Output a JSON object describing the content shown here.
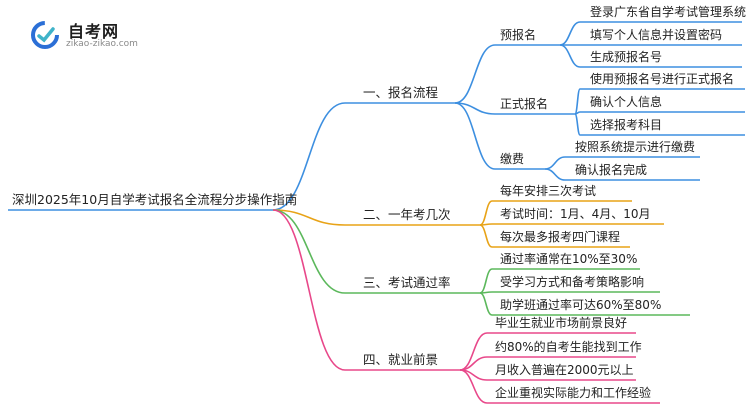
{
  "logo": {
    "title": "自考网",
    "subtitle": "zikao-zikao.com"
  },
  "root": "深圳2025年10月自学考试报名全流程分步操作指南",
  "colors": {
    "blue": "#3d8fe0",
    "orange": "#e8a317",
    "green": "#5cb85c",
    "pink": "#e8488a",
    "logo_blue": "#2b6fd6",
    "logo_teal": "#3fb3c9"
  },
  "branches": [
    {
      "label": "一、报名流程",
      "color": "blue",
      "children": [
        {
          "label": "预报名",
          "children": [
            "登录广东省自学考试管理系统",
            "填写个人信息并设置密码",
            "生成预报名号"
          ]
        },
        {
          "label": "正式报名",
          "children": [
            "使用预报名号进行正式报名",
            "确认个人信息",
            "选择报考科目"
          ]
        },
        {
          "label": "缴费",
          "children": [
            "按照系统提示进行缴费",
            "确认报名完成"
          ]
        }
      ]
    },
    {
      "label": "二、一年考几次",
      "color": "orange",
      "leaves": [
        "每年安排三次考试",
        "考试时间：1月、4月、10月",
        "每次最多报考四门课程"
      ]
    },
    {
      "label": "三、考试通过率",
      "color": "green",
      "leaves": [
        "通过率通常在10%至30%",
        "受学习方式和备考策略影响",
        "助学班通过率可达60%至80%"
      ]
    },
    {
      "label": "四、就业前景",
      "color": "pink",
      "leaves": [
        "毕业生就业市场前景良好",
        "约80%的自考生能找到工作",
        "月收入普遍在2000元以上",
        "企业重视实际能力和工作经验"
      ]
    }
  ]
}
